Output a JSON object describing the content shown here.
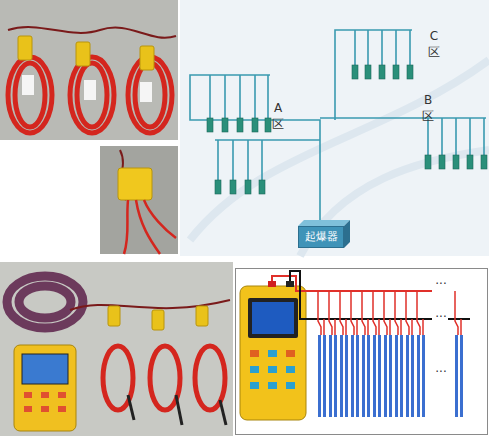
{
  "diagram": {
    "nodes": [
      {
        "text": [
          "起爆器"
        ]
      }
    ],
    "labels": [
      "C 区",
      "A 区",
      "B 区",
      "···",
      "···",
      "···"
    ]
  }
}
